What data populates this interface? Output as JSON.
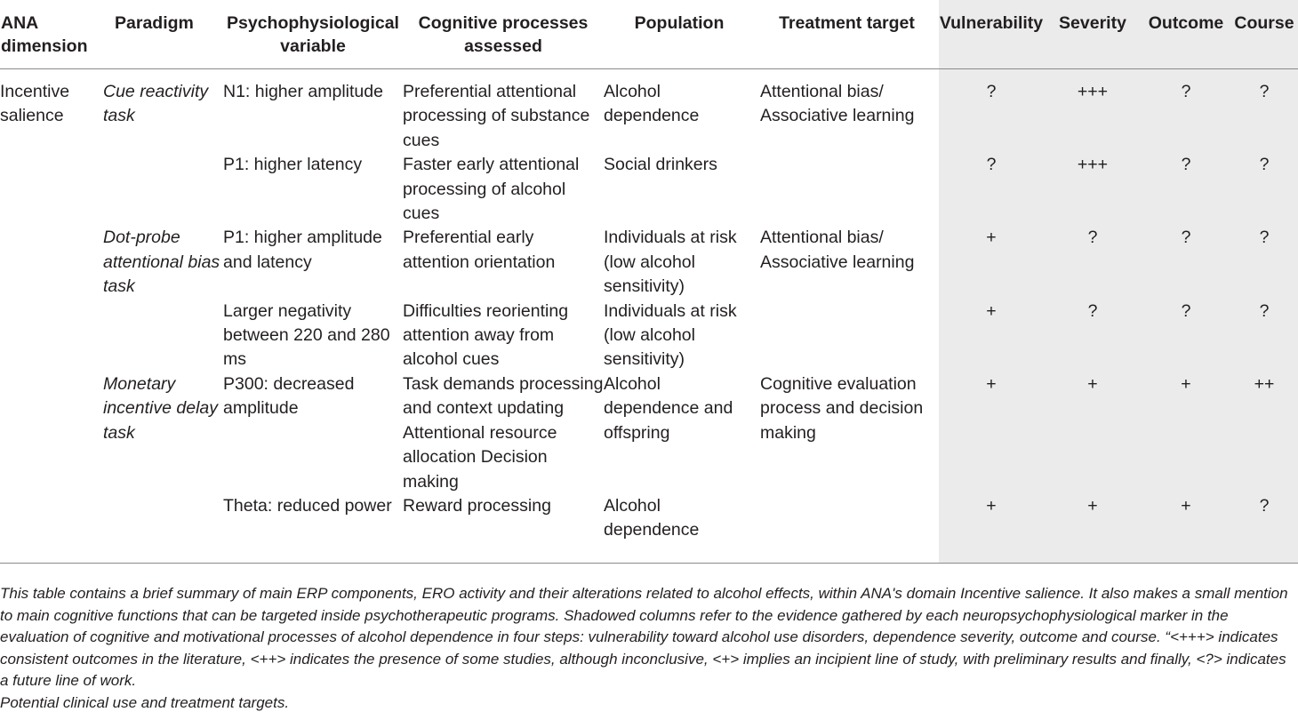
{
  "headers": [
    "ANA dimension",
    "Paradigm",
    "Psychophysiological variable",
    "Cognitive processes assessed",
    "Population",
    "Treatment target",
    "Vulnerability",
    "Severity",
    "Outcome",
    "Course"
  ],
  "rows": [
    {
      "dimension": "Incentive salience",
      "paradigm": "Cue reactivity task",
      "variable": "N1: higher amplitude",
      "cognitive": "Preferential attentional processing of substance cues",
      "population": "Alcohol dependence",
      "target": "Attentional bias/ Associative learning",
      "vulnerability": "?",
      "severity": "+++",
      "outcome": "?",
      "course": "?"
    },
    {
      "dimension": "",
      "paradigm": "",
      "variable": "P1: higher latency",
      "cognitive": "Faster early attentional processing of alcohol cues",
      "population": "Social drinkers",
      "target": "",
      "vulnerability": "?",
      "severity": "+++",
      "outcome": "?",
      "course": "?"
    },
    {
      "dimension": "",
      "paradigm": "Dot-probe attentional bias task",
      "variable": "P1: higher amplitude and latency",
      "cognitive": "Preferential early attention orientation",
      "population": "Individuals at risk (low alcohol sensitivity)",
      "target": "Attentional bias/ Associative learning",
      "vulnerability": "+",
      "severity": "?",
      "outcome": "?",
      "course": "?"
    },
    {
      "dimension": "",
      "paradigm": "",
      "variable": "Larger negativity between 220 and 280 ms",
      "cognitive": "Difficulties reorienting attention away from alcohol cues",
      "population": "Individuals at risk (low alcohol sensitivity)",
      "target": "",
      "vulnerability": "+",
      "severity": "?",
      "outcome": "?",
      "course": "?"
    },
    {
      "dimension": "",
      "paradigm": "Monetary incentive delay task",
      "variable": "P300: decreased amplitude",
      "cognitive": "Task demands processing and context updating Attentional resource allocation Decision making",
      "population": "Alcohol dependence and offspring",
      "target": "Cognitive evaluation process and decision making",
      "vulnerability": "+",
      "severity": "+",
      "outcome": "+",
      "course": "++"
    },
    {
      "dimension": "",
      "paradigm": "",
      "variable": "Theta: reduced power",
      "cognitive": "Reward processing",
      "population": "Alcohol dependence",
      "target": "",
      "vulnerability": "+",
      "severity": "+",
      "outcome": "+",
      "course": "?"
    }
  ],
  "footnotes": [
    "This table contains a brief summary of main ERP components, ERO activity and their alterations related to alcohol effects, within ANA's domain Incentive salience. It also makes a small mention to main cognitive functions that can be targeted inside psychotherapeutic programs. Shadowed columns refer to the evidence gathered by each neuropsychophysiological marker in the evaluation of cognitive and motivational processes of alcohol dependence in four steps: vulnerability toward alcohol use disorders, dependence severity, outcome and course. “<+++> indicates consistent outcomes in the literature, <++> indicates the presence of some studies, although inconclusive, <+> implies an incipient line of study, with preliminary results and finally, <?> indicates a future line of work.",
    "Potential clinical use and treatment targets."
  ],
  "colors": {
    "shade": "#ebebeb",
    "text": "#231f20",
    "rule": "#8a8a8a"
  }
}
